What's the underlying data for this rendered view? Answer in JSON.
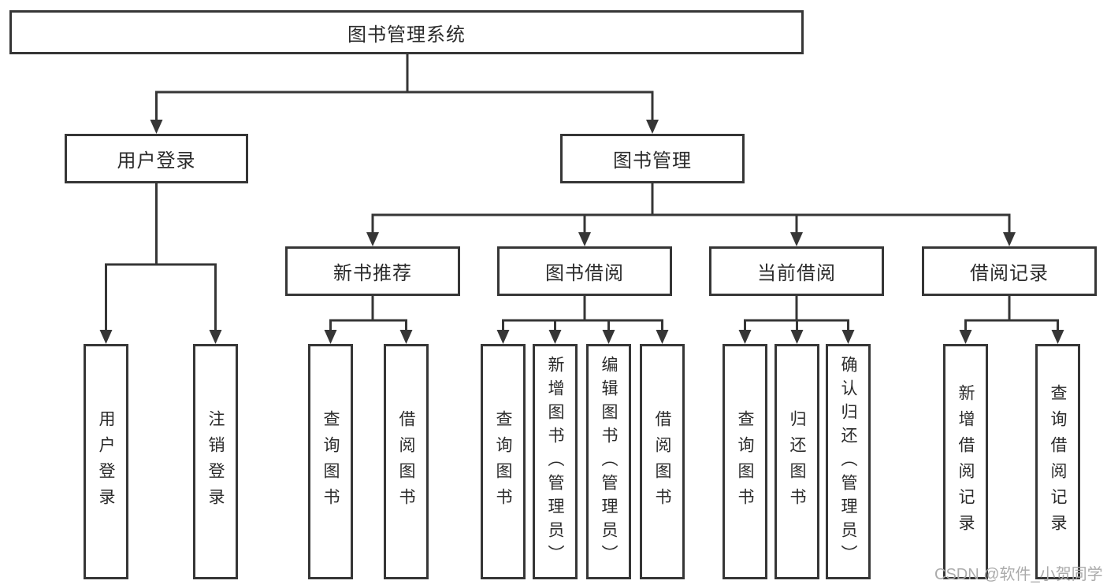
{
  "diagram": {
    "title_node": {
      "label": "图书管理系统"
    },
    "level2": [
      {
        "label": "用户登录"
      },
      {
        "label": "图书管理"
      }
    ],
    "level3": [
      {
        "label": "新书推荐"
      },
      {
        "label": "图书借阅"
      },
      {
        "label": "当前借阅"
      },
      {
        "label": "借阅记录"
      }
    ],
    "leaves": {
      "user": [
        {
          "label": "用户登录"
        },
        {
          "label": "注销登录"
        }
      ],
      "recommend": [
        {
          "label": "查询图书"
        },
        {
          "label": "借阅图书"
        }
      ],
      "borrow": [
        {
          "label": "查询图书"
        },
        {
          "label": "新增图书（管理员）"
        },
        {
          "label": "编辑图书（管理员）"
        },
        {
          "label": "借阅图书"
        }
      ],
      "current": [
        {
          "label": "查询图书"
        },
        {
          "label": "归还图书"
        },
        {
          "label": "确认归还（管理员）"
        }
      ],
      "records": [
        {
          "label": "新增借阅记录"
        },
        {
          "label": "查询借阅记录"
        }
      ]
    },
    "watermark": "CSDN @软件_小贺同学",
    "colors": {
      "line": "#363636",
      "border": "#363636",
      "text": "#2b2b2b",
      "watermark": "#ababab",
      "background": "#ffffff"
    }
  }
}
